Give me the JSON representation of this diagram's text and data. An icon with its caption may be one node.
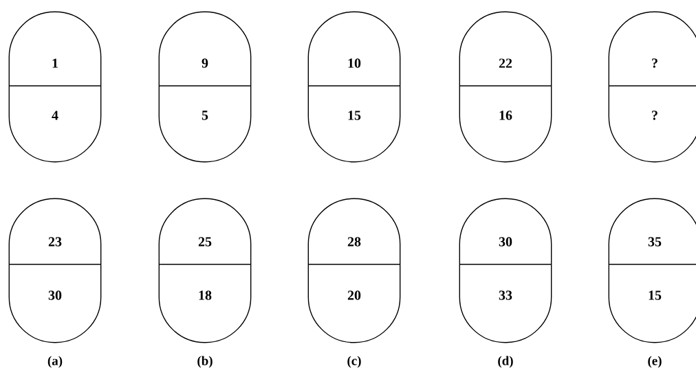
{
  "diagram": {
    "nodes": [
      {
        "text": [
          "1",
          "4"
        ]
      },
      {
        "text": [
          "9",
          "5"
        ]
      },
      {
        "text": [
          "10",
          "15"
        ]
      },
      {
        "text": [
          "22",
          "16"
        ]
      },
      {
        "text": [
          "?",
          "?"
        ]
      },
      {
        "text": [
          "23",
          "30"
        ]
      },
      {
        "text": [
          "25",
          "18"
        ]
      },
      {
        "text": [
          "28",
          "20"
        ]
      },
      {
        "text": [
          "30",
          "33"
        ]
      },
      {
        "text": [
          "35",
          "15"
        ]
      }
    ],
    "labels": [
      "(a)",
      "(b)",
      "(c)",
      "(d)",
      "(e)"
    ]
  }
}
